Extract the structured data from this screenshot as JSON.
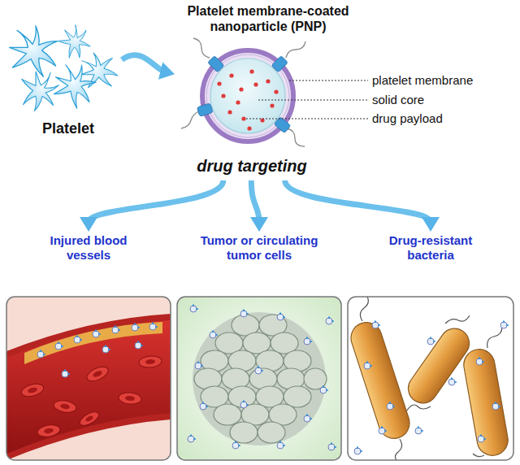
{
  "diagram": {
    "nodes": [
      {
        "text": [
          "Platelet"
        ]
      },
      {
        "text": [
          "Platelet membrane-coated nanoparticle (PNP)",
          "drug targeting"
        ]
      },
      {
        "text": [
          "Injured blood vessels"
        ]
      },
      {
        "text": [
          "Tumor or circulating tumor cells"
        ]
      },
      {
        "text": [
          "Drug-resistant bacteria"
        ]
      }
    ],
    "edges": [
      {
        "from": 0,
        "to": 1,
        "arrow": "to"
      },
      {
        "from": 1,
        "to": 2,
        "arrow": "to"
      },
      {
        "from": 1,
        "to": 3,
        "arrow": "to"
      },
      {
        "from": 1,
        "to": 4,
        "arrow": "to"
      }
    ],
    "labels": [
      "platelet membrane",
      "solid core",
      "drug payload"
    ]
  }
}
